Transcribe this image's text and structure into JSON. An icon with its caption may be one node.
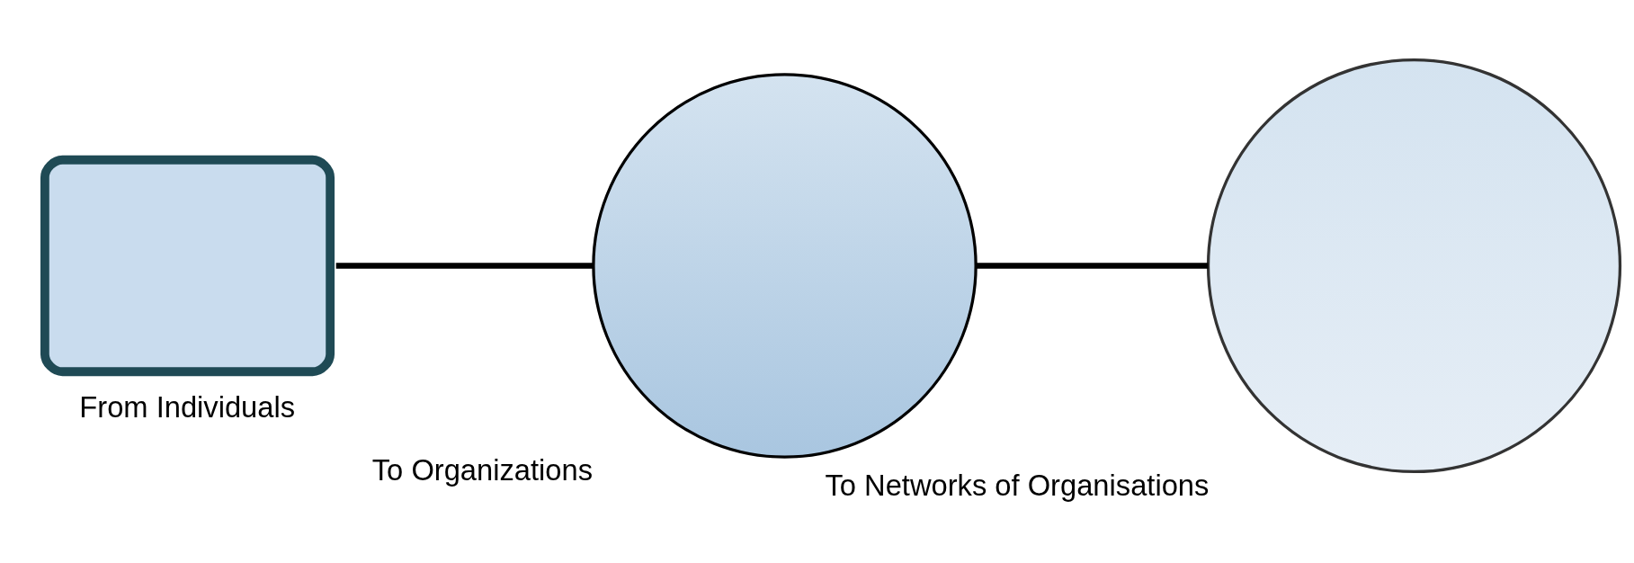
{
  "diagram": {
    "nodes": [
      {
        "text": [],
        "shape": "box",
        "beside": [
          "From Individuals"
        ]
      },
      {
        "text": [],
        "shape": "circle",
        "beside": [
          "To Organizations"
        ]
      },
      {
        "text": [],
        "shape": "circle",
        "beside": [
          "To Networks of Organisations"
        ]
      }
    ],
    "edges": [
      {
        "from": 0,
        "to": 1,
        "arrow": "none"
      },
      {
        "from": 1,
        "to": 2,
        "arrow": "none"
      }
    ]
  }
}
